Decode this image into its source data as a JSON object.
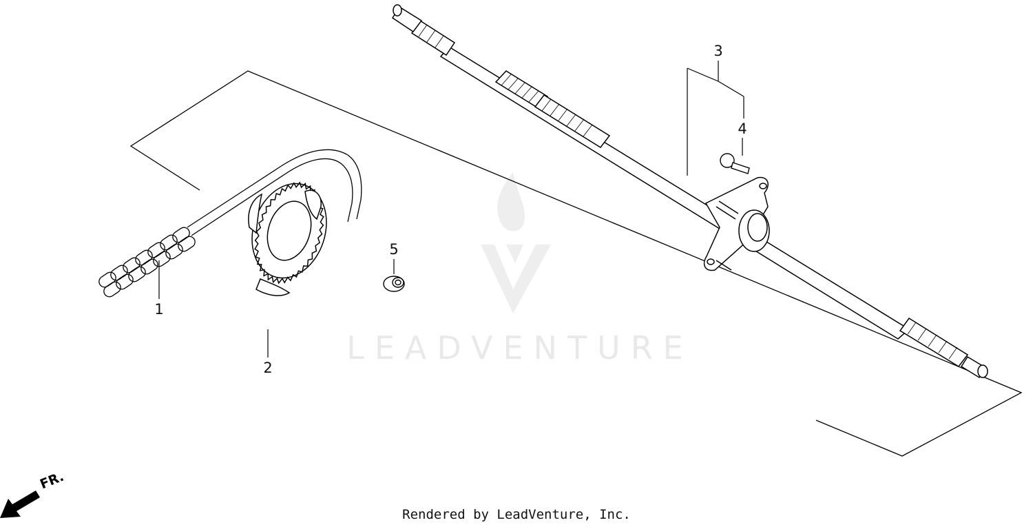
{
  "callouts": {
    "p1": "1",
    "p2": "2",
    "p3": "3",
    "p4": "4",
    "p5": "5"
  },
  "watermark": "LEADVENTURE",
  "footer": "Rendered by LeadVenture, Inc.",
  "front_indicator": "FR.",
  "icons": {
    "watermark_logo": "flame-v-logo-icon",
    "front_arrow": "front-arrow-icon"
  },
  "colors": {
    "line": "#000000",
    "watermark": "#e9e9e9",
    "background": "#ffffff"
  }
}
